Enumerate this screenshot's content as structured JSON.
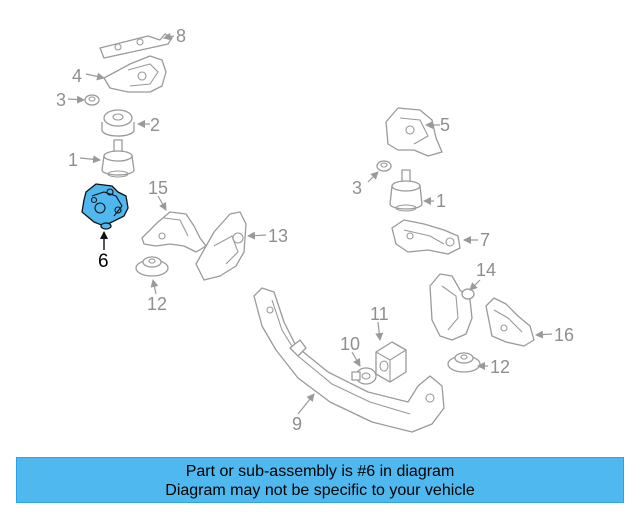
{
  "callouts": {
    "c1": "1",
    "c2": "2",
    "c3": "3",
    "c4": "4",
    "c5": "5",
    "c6": "6",
    "c7": "7",
    "c8": "8",
    "c9": "9",
    "c10": "10",
    "c11": "11",
    "c12": "12",
    "c13": "13",
    "c14": "14",
    "c15": "15",
    "c16": "16"
  },
  "banner": {
    "line1": "Part or sub-assembly is #6 in diagram",
    "line2": "Diagram may not be specific to your vehicle",
    "background": "#4fb8ef"
  },
  "highlight_color": "#4fb8ef"
}
